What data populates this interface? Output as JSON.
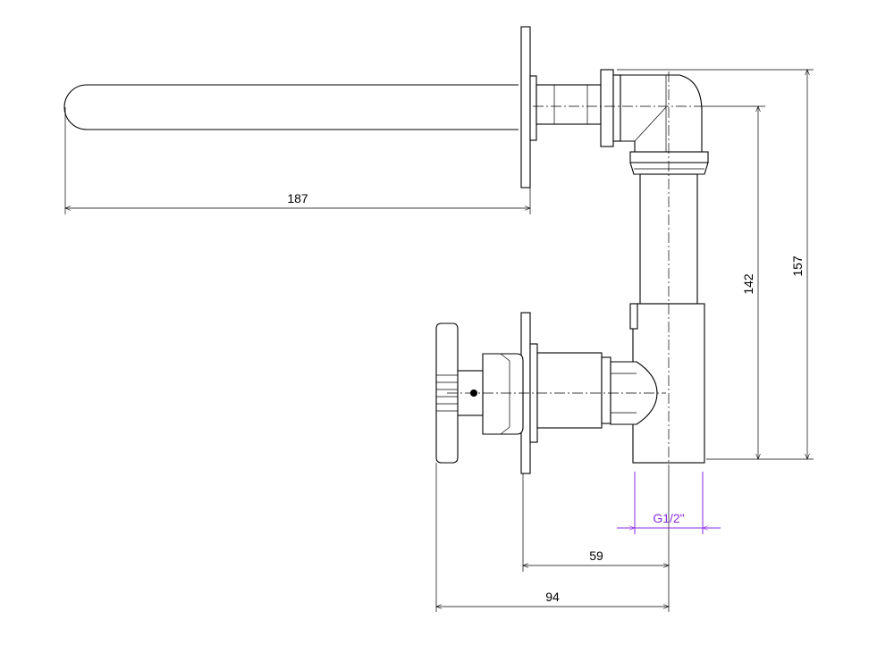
{
  "dimensions": {
    "spout_length": "187",
    "valve_to_center": "59",
    "handle_to_center": "94",
    "spout_height": "142",
    "total_height": "157",
    "thread_size": "G1/2\""
  },
  "colors": {
    "line": "#000000",
    "thread_annotation": "#8a2be2",
    "background": "#ffffff"
  }
}
